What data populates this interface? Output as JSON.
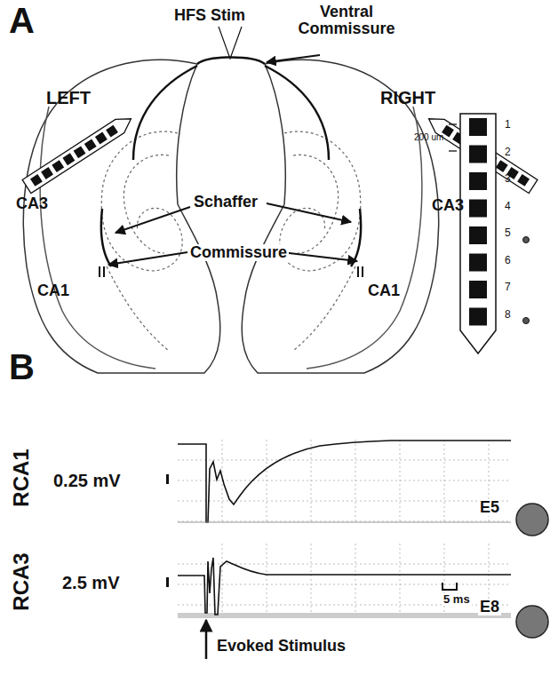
{
  "diagram": {
    "labels": [
      "A",
      "HFS Stim",
      "Ventral Commissure",
      "LEFT",
      "RIGHT",
      "CA3",
      "CA3",
      "Schaffer",
      "Commissure",
      "CA1",
      "CA1",
      "200 um",
      "1",
      "2",
      "3",
      "4",
      "5",
      "6",
      "7",
      "8",
      "B",
      "RCA1",
      "0.25 mV",
      "E5",
      "RCA3",
      "2.5 mV",
      "5 ms",
      "E8",
      "Evoked Stimulus"
    ]
  }
}
